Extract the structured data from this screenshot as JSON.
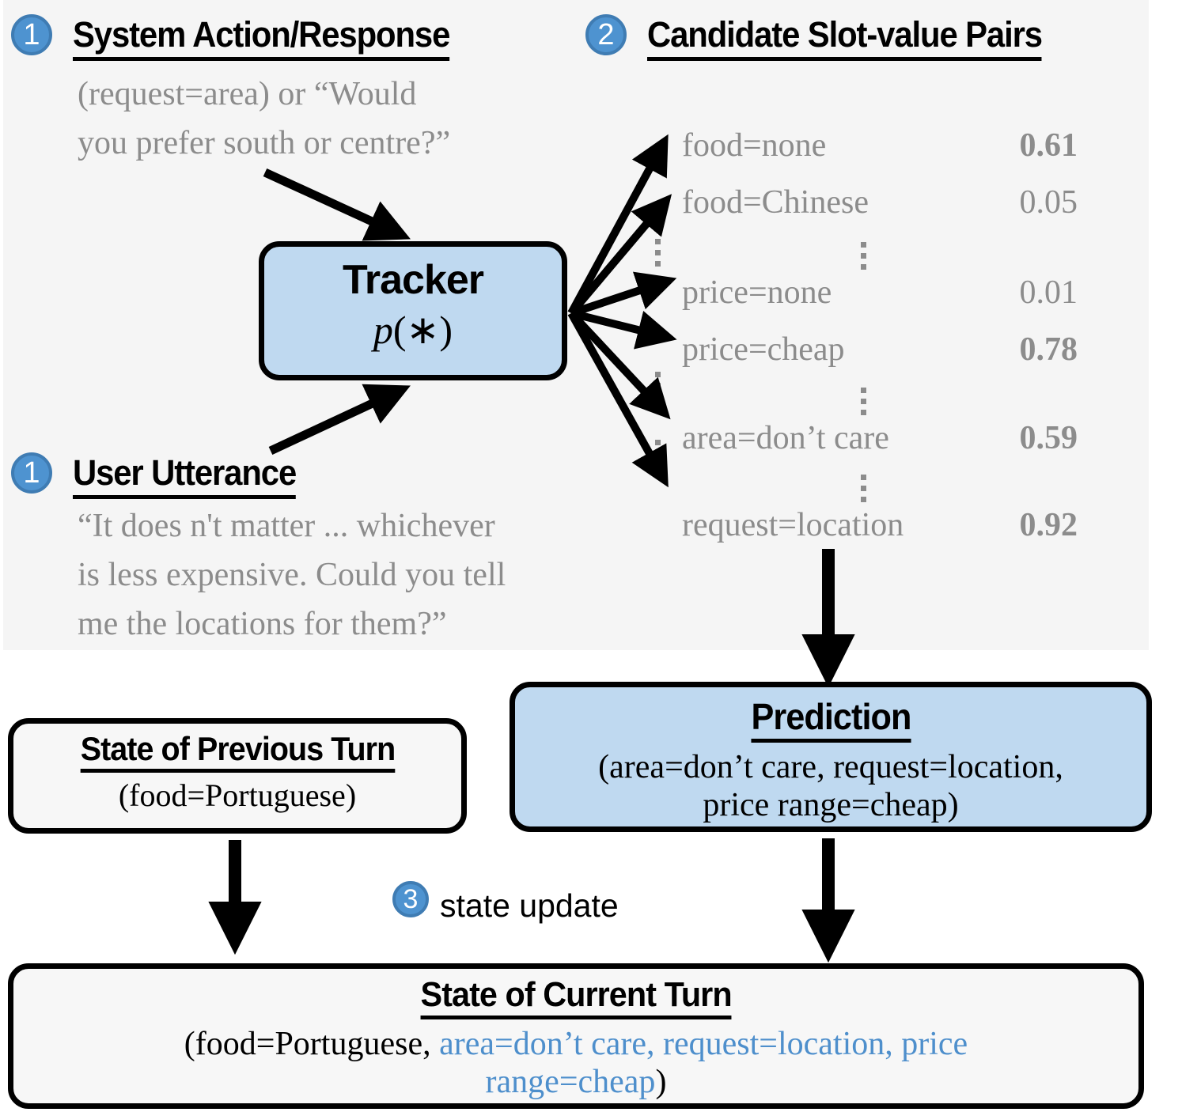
{
  "panels": {
    "top_panel_bg": "#f5f5f5"
  },
  "colors": {
    "accent_blue": "#4e8fcc",
    "box_blue_fill": "#bfd9f0",
    "badge_blue": "#4e93d0",
    "badge_border": "#3f7cb3",
    "muted_gray": "#8c8c8c",
    "outline_black": "#000000"
  },
  "system_action": {
    "badge": "1",
    "heading": "System Action/Response",
    "line1": "(request=area) or “Would",
    "line2": "you prefer south or centre?”"
  },
  "user_utterance": {
    "badge": "1",
    "heading": "User Utterance",
    "line1": "“It does n't matter ... whichever",
    "line2": "is less expensive.  Could you tell",
    "line3": "me the locations for them?”"
  },
  "tracker": {
    "title": "Tracker",
    "formula_p": "p",
    "formula_args": "(∗)"
  },
  "candidates": {
    "badge": "2",
    "heading": "Candidate Slot-value Pairs",
    "rows": [
      {
        "label": "food=none",
        "score": "0.61",
        "bold": true
      },
      {
        "label": "food=Chinese",
        "score": "0.05",
        "bold": false
      },
      {
        "label": "price=none",
        "score": "0.01",
        "bold": false
      },
      {
        "label": "price=cheap",
        "score": "0.78",
        "bold": true
      },
      {
        "label": "area=don’t care",
        "score": "0.59",
        "bold": true
      },
      {
        "label": "request=location",
        "score": "0.92",
        "bold": true
      }
    ]
  },
  "prediction": {
    "title": "Prediction",
    "line1": "(area=don’t care, request=location,",
    "line2": "price range=cheap)"
  },
  "previous_state": {
    "title": "State of Previous Turn",
    "body": "(food=Portuguese)"
  },
  "state_update": {
    "badge": "3",
    "label": "state update"
  },
  "current_state": {
    "title": "State of Current Turn",
    "body_black_prefix": "(food=Portuguese, ",
    "body_blue_line1": "area=don’t care, request=location, price",
    "body_blue_line2": "range=cheap",
    "body_black_suffix": ")"
  }
}
